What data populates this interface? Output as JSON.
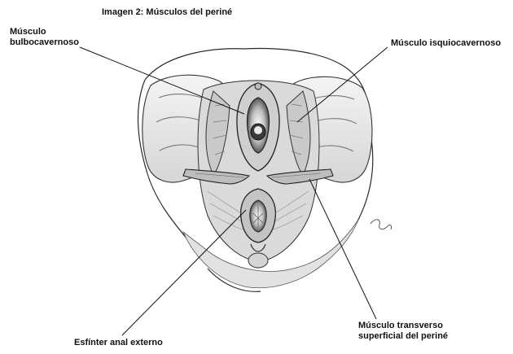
{
  "title": "Imagen 2: Músculos del periné",
  "labels": {
    "bulbocavernoso_line1": "Músculo",
    "bulbocavernoso_line2": "bulbocavernoso",
    "isquiocavernoso": "Músculo isquiocavernoso",
    "esfinter": "Esfínter anal externo",
    "transverso_line1": "Músculo transverso",
    "transverso_line2": "superficial del periné"
  },
  "colors": {
    "ink": "#222222",
    "shade": "#9a9a9a",
    "light": "#e8e8e8"
  }
}
